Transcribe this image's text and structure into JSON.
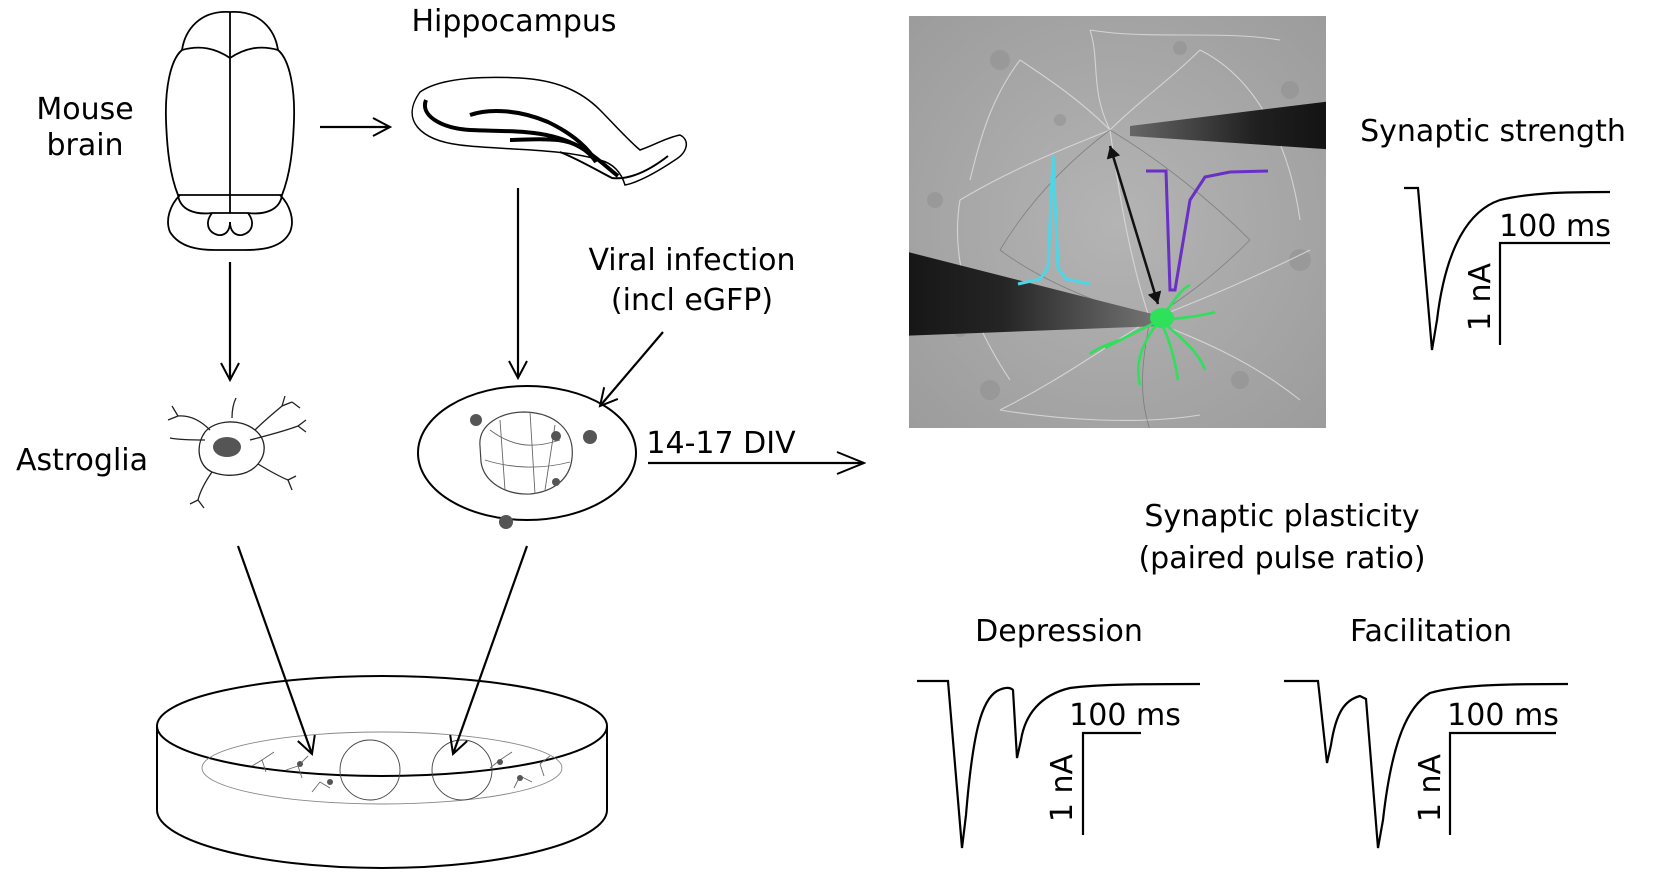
{
  "labels": {
    "mouse_brain_line1": "Mouse",
    "mouse_brain_line2": "brain",
    "hippocampus": "Hippocampus",
    "astroglia": "Astroglia",
    "viral_line1": "Viral infection",
    "viral_line2": "(incl eGFP)",
    "div": "14-17 DIV",
    "synaptic_strength": "Synaptic strength",
    "plasticity_line1": "Synaptic plasticity",
    "plasticity_line2": "(paired pulse ratio)",
    "depression": "Depression",
    "facilitation": "Facilitation"
  },
  "scale_bars": {
    "time": "100 ms",
    "current": "1 nA"
  },
  "colors": {
    "trace_cyan": "#4fd6e6",
    "trace_purple": "#6a2fc4",
    "neuron_green": "#2fe05a",
    "micrograph_bg": "#a9a9a9"
  }
}
